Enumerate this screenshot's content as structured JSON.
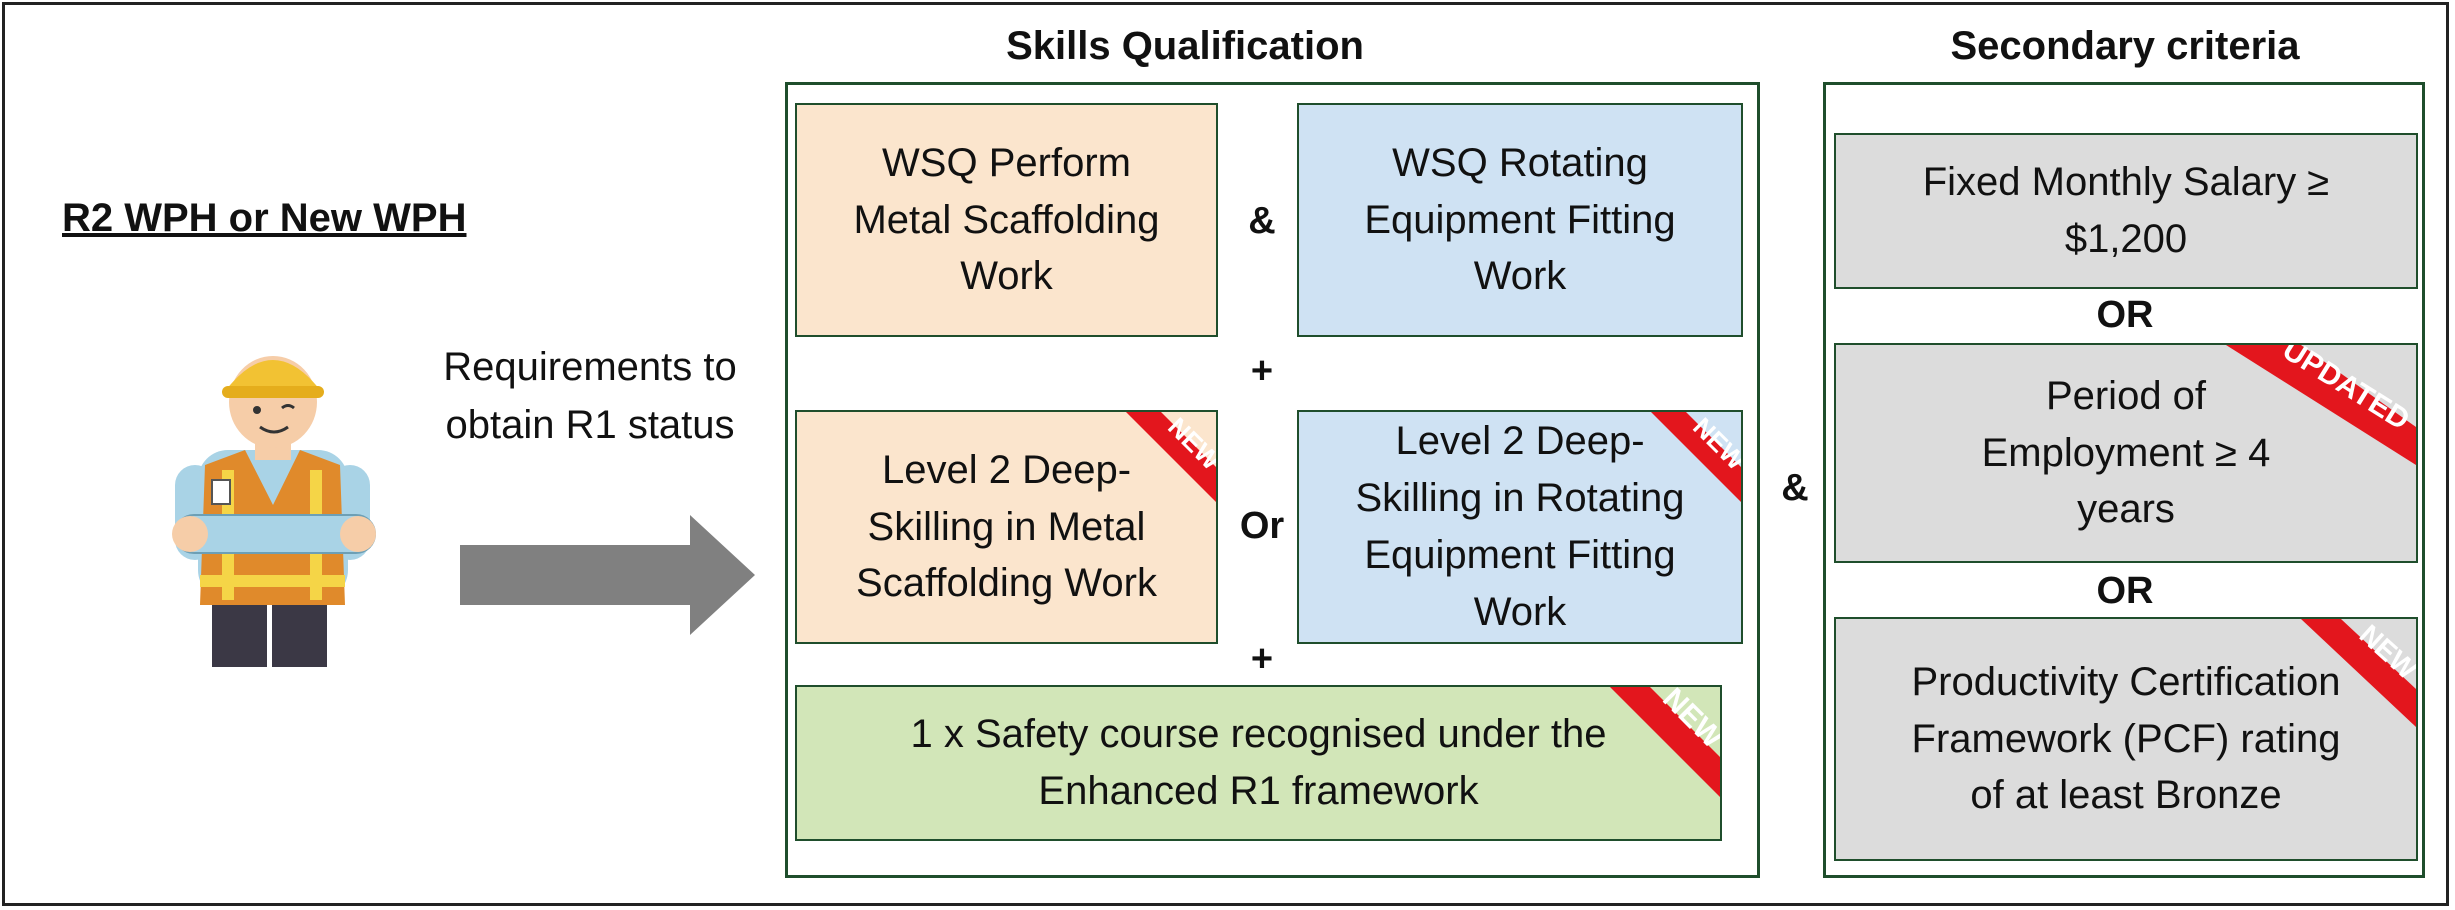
{
  "left": {
    "title": "R2 WPH or New WPH",
    "requirements_text": "Requirements to obtain R1 status",
    "worker_icon": "construction-worker-icon",
    "arrow_icon": "right-arrow-icon"
  },
  "skills": {
    "heading": "Skills Qualification",
    "box_a": "WSQ Perform Metal Scaffolding Work",
    "box_b": "WSQ Rotating Equipment Fitting Work",
    "op_and": "&",
    "op_plus_1": "+",
    "box_c": "Level 2 Deep-Skilling in Metal Scaffolding Work",
    "box_c_badge": "NEW",
    "op_or": "Or",
    "box_d": "Level 2 Deep-Skilling in Rotating Equipment Fitting Work",
    "box_d_badge": "NEW",
    "op_plus_2": "+",
    "box_e": "1 x Safety course recognised under the Enhanced R1 framework",
    "box_e_badge": "NEW"
  },
  "between_op": "&",
  "secondary": {
    "heading": "Secondary criteria",
    "box_1": "Fixed Monthly Salary ≥ $1,200",
    "or_1": "OR",
    "box_2": "Period of Employment ≥ 4 years",
    "box_2_badge": "UPDATED",
    "or_2": "OR",
    "box_3": "Productivity Certification Framework (PCF) rating of at least Bronze",
    "box_3_badge": "NEW"
  },
  "colors": {
    "orange_box": "#fbe5cd",
    "blue_box": "#cfe2f3",
    "green_box": "#d2e6b8",
    "grey_box": "#dcdcdc",
    "panel_border": "#1f4e2c",
    "badge_red": "#e3161d",
    "arrow_grey": "#808080"
  }
}
